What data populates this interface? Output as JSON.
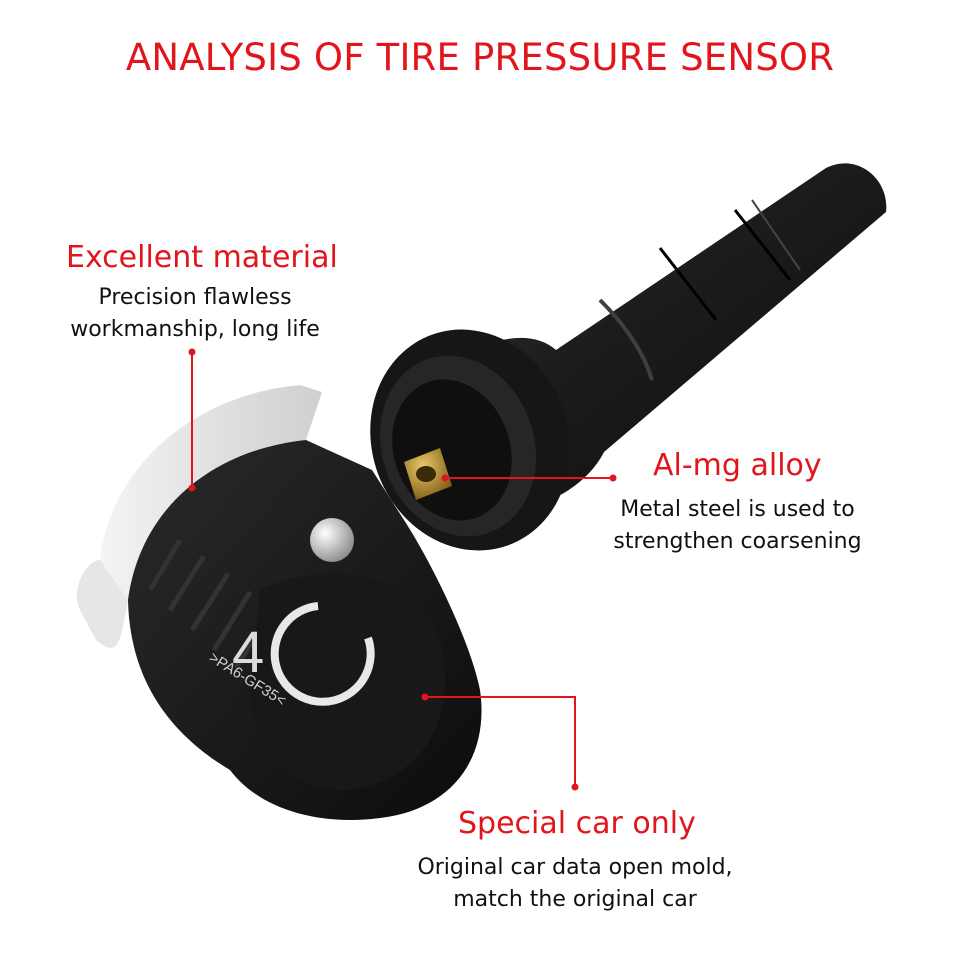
{
  "title": "ANALYSIS OF TIRE PRESSURE SENSOR",
  "callouts": {
    "material": {
      "heading": "Excellent material",
      "desc_line1": "Precision flawless",
      "desc_line2": "workmanship, long life"
    },
    "alloy": {
      "heading": "Al-mg alloy",
      "desc_line1": "Metal steel is used to",
      "desc_line2": "strengthen coarsening"
    },
    "special": {
      "heading": "Special car only",
      "desc_line1": "Original car data open mold,",
      "desc_line2": "match the original car"
    }
  },
  "sensor_marking": {
    "logo_number": "4",
    "material_code": ">PA6-GF35<"
  },
  "colors": {
    "accent": "#e0161c",
    "text": "#111111",
    "rubber": "#1b1b1b",
    "housing": "#141414",
    "valve_core": "#b8912e"
  }
}
